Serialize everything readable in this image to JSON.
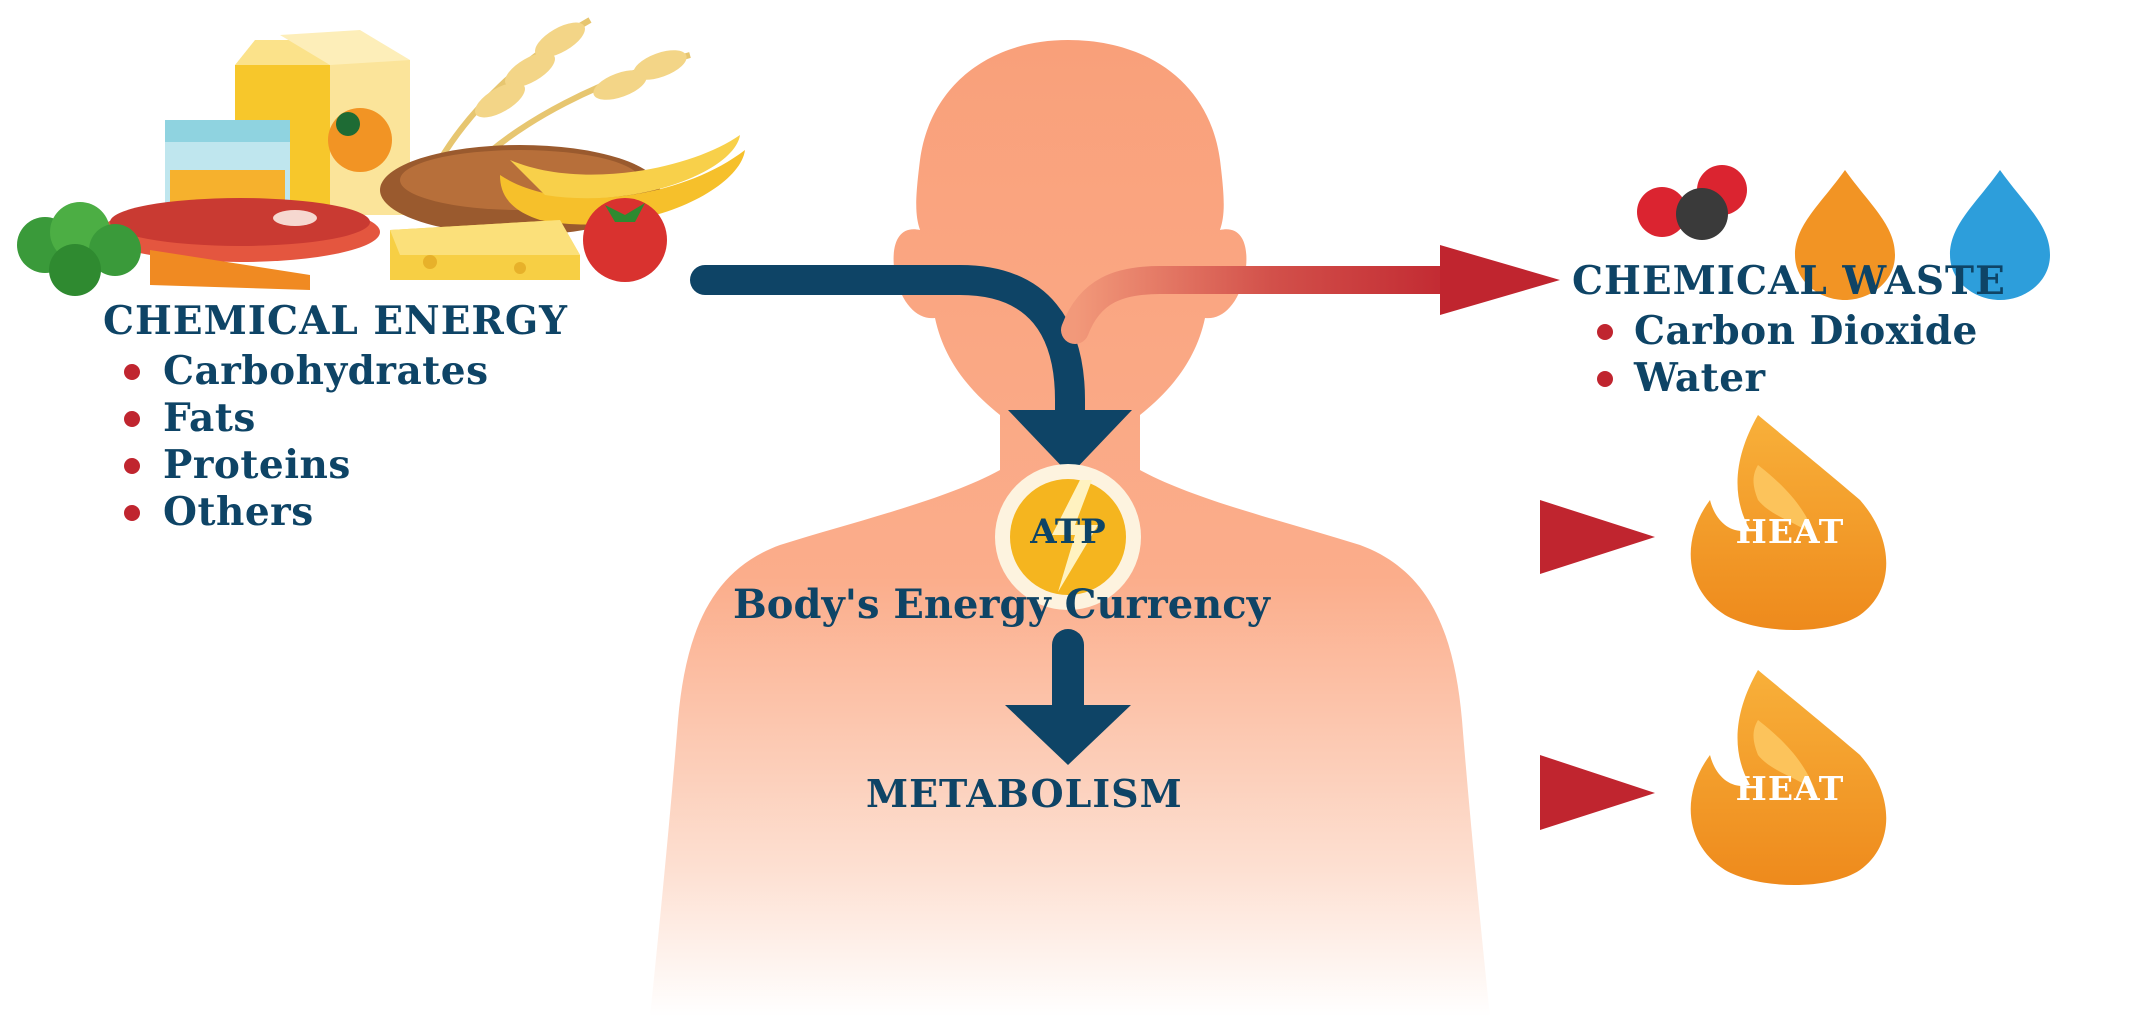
{
  "colors": {
    "navy": "#0e4466",
    "red": "#c0252f",
    "body": "#f9a07a",
    "orange": "#f29424",
    "blue": "#2d9edb"
  },
  "left": {
    "heading": "CHEMICAL ENERGY",
    "items": [
      "Carbohydrates",
      "Fats",
      "Proteins",
      "Others"
    ]
  },
  "right": {
    "heading": "CHEMICAL WASTE",
    "items": [
      "Carbon Dioxide",
      "Water"
    ]
  },
  "center": {
    "atp": "ATP",
    "currency": "Body's Energy Currency",
    "metabolism": "METABOLISM"
  },
  "heat": [
    "HEAT",
    "HEAT"
  ],
  "icons": [
    "food-icon",
    "molecule-icon",
    "drop-icon",
    "flame-icon",
    "lightning-icon"
  ]
}
